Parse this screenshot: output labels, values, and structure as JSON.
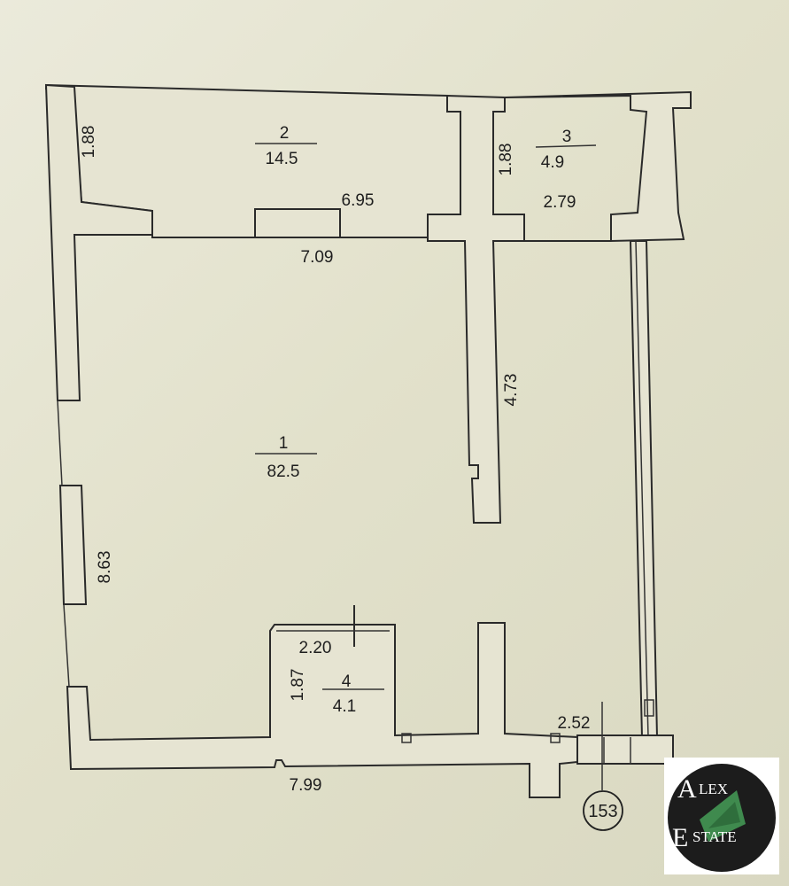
{
  "rooms": [
    {
      "number": "1",
      "area": "82.5"
    },
    {
      "number": "2",
      "area": "14.5"
    },
    {
      "number": "3",
      "area": "4.9"
    },
    {
      "number": "4",
      "area": "4.1"
    }
  ],
  "dimensions": {
    "room2_height": "1.88",
    "room2_inner": "6.95",
    "room2_bottom": "7.09",
    "room3_height": "1.88",
    "room3_width": "2.79",
    "partition": "4.73",
    "left_wall": "8.63",
    "room4_width": "2.20",
    "room4_height": "1.87",
    "bottom_right": "2.52",
    "bottom_wall": "7.99"
  },
  "sheet_number": "153",
  "logo": {
    "line1": "LEX",
    "line2": "STATE",
    "initial_a": "A",
    "initial_e": "E"
  }
}
